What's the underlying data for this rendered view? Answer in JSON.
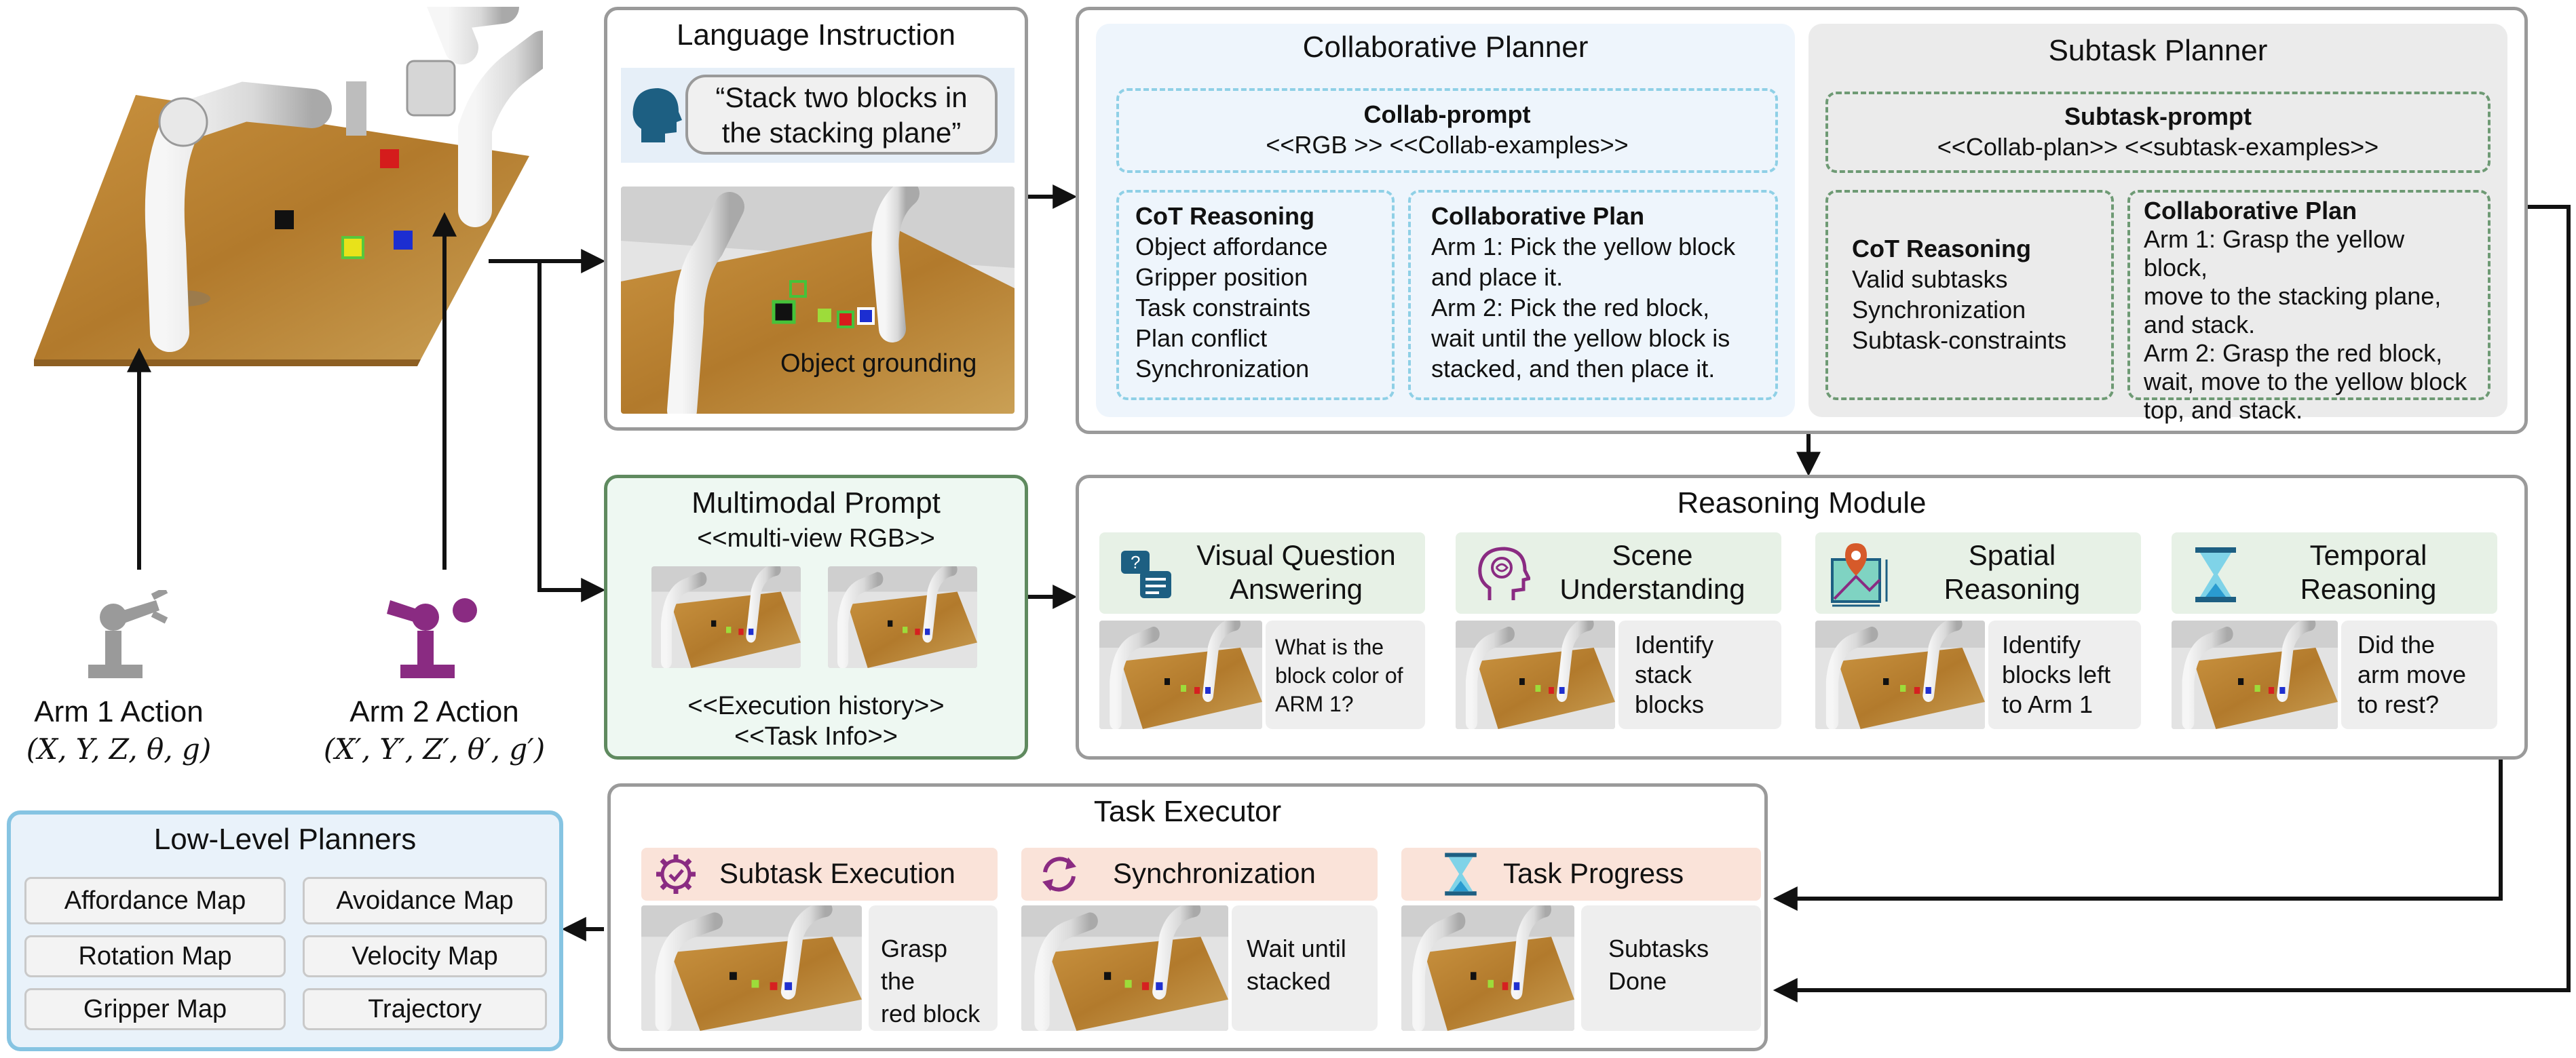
{
  "language_instruction": {
    "title": "Language Instruction",
    "quote": "“Stack two blocks in the stacking plane”",
    "caption": "Object grounding"
  },
  "collaborative_planner": {
    "title": "Collaborative Planner",
    "prompt_title": "Collab-prompt",
    "prompt_line": "<<RGB >>  <<Collab-examples>>",
    "cot_title": "CoT Reasoning",
    "cot_items": [
      "Object affordance",
      "Gripper position",
      "Task constraints",
      "Plan conflict",
      "Synchronization"
    ],
    "plan_title": "Collaborative Plan",
    "plan_lines": [
      "Arm 1: Pick the yellow block",
      "and place it.",
      "Arm 2: Pick the red block,",
      "wait until the yellow block is",
      "stacked, and then place it."
    ]
  },
  "subtask_planner": {
    "title": "Subtask Planner",
    "prompt_title": "Subtask-prompt",
    "prompt_line": "<<Collab-plan>>  <<subtask-examples>>",
    "cot_title": "CoT Reasoning",
    "cot_items": [
      "Valid subtasks",
      "Synchronization",
      "Subtask-constraints"
    ],
    "plan_title": "Collaborative Plan",
    "plan_lines": [
      "Arm 1: Grasp the yellow block,",
      "move to the stacking plane,",
      "and stack.",
      "Arm 2: Grasp the red block,",
      "wait, move to the yellow block",
      "top, and stack."
    ]
  },
  "multimodal_prompt": {
    "title": "Multimodal Prompt",
    "line1": "<<multi-view RGB>>",
    "line2": "<<Execution history>>",
    "line3": "<<Task Info>>"
  },
  "reasoning_module": {
    "title": "Reasoning Module",
    "items": [
      {
        "label1": "Visual Question",
        "label2": "Answering",
        "icon": "qa-chat-icon",
        "q": [
          "What is the",
          "block color of",
          "ARM 1?"
        ]
      },
      {
        "label1": "Scene",
        "label2": "Understanding",
        "icon": "brain-head-icon",
        "q": [
          "Identify",
          "stack",
          "blocks"
        ]
      },
      {
        "label1": "Spatial",
        "label2": "Reasoning",
        "icon": "map-pin-icon",
        "q": [
          "Identify",
          "blocks left",
          "to Arm 1"
        ]
      },
      {
        "label1": "Temporal",
        "label2": "Reasoning",
        "icon": "hourglass-icon",
        "q": [
          "Did the",
          "arm move",
          "to rest?"
        ]
      }
    ]
  },
  "task_executor": {
    "title": "Task Executor",
    "items": [
      {
        "label": "Subtask Execution",
        "icon": "gear-check-icon",
        "text": [
          "Grasp the",
          "red block"
        ]
      },
      {
        "label": "Synchronization",
        "icon": "sync-arrows-icon",
        "text": [
          "Wait until",
          "stacked"
        ]
      },
      {
        "label": "Task Progress",
        "icon": "hourglass-icon",
        "text": [
          "Subtasks",
          "Done"
        ]
      }
    ]
  },
  "low_level_planners": {
    "title": "Low-Level Planners",
    "items": [
      "Affordance Map",
      "Avoidance Map",
      "Rotation Map",
      "Velocity Map",
      "Gripper Map",
      "Trajectory"
    ]
  },
  "arm1": {
    "label": "Arm 1 Action",
    "formula": "(X, Y, Z, θ, g)",
    "color": "#9a9a9a"
  },
  "arm2": {
    "label": "Arm 2 Action",
    "formula": "(X′, Y′, Z′, θ′, g′)",
    "color": "#8a2b82"
  }
}
